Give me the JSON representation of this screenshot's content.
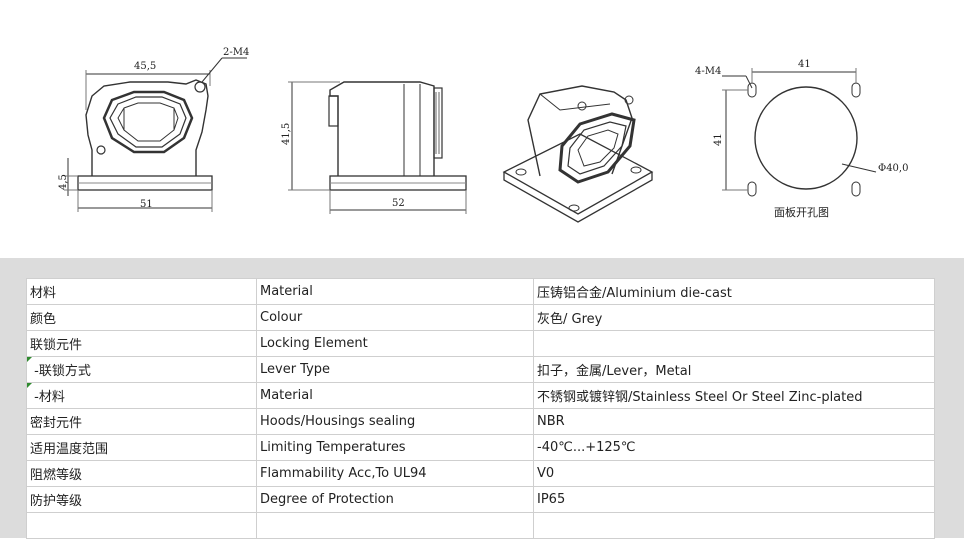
{
  "drawings": {
    "front_view": {
      "width_top": "45,5",
      "thread_note": "2-M4",
      "flange_height": "4,5",
      "base_width": "51"
    },
    "side_view": {
      "height": "41,5",
      "base_width": "52"
    },
    "cutout": {
      "hole_note": "4-M4",
      "h_spacing": "41",
      "v_spacing": "41",
      "diameter": "Φ40,0",
      "caption": "面板开孔图"
    }
  },
  "spec_rows": [
    {
      "cn": "材料",
      "en": "Material",
      "value": "压铸铝合金/Aluminium die-cast",
      "flag": false
    },
    {
      "cn": "颜色",
      "en": "Colour",
      "value": "灰色/ Grey",
      "flag": false
    },
    {
      "cn": "联锁元件",
      "en": "Locking Element",
      "value": "",
      "flag": false
    },
    {
      "cn": " -联锁方式",
      "en": "Lever Type",
      "value": "扣子，金属/Lever，Metal",
      "flag": true
    },
    {
      "cn": " -材料",
      "en": "Material",
      "value": "不锈钢或镀锌钢/Stainless Steel Or Steel Zinc-plated",
      "flag": true
    },
    {
      "cn": "密封元件",
      "en": "Hoods/Housings sealing",
      "value": "NBR",
      "flag": false
    },
    {
      "cn": "适用温度范围",
      "en": "Limiting Temperatures",
      "value": "-40℃...+125℃",
      "flag": false
    },
    {
      "cn": "阻燃等级",
      "en": "Flammability Acc,To UL94",
      "value": "V0",
      "flag": false
    },
    {
      "cn": "防护等级",
      "en": "Degree of Protection",
      "value": "IP65",
      "flag": false
    },
    {
      "cn": "",
      "en": "",
      "value": "",
      "flag": false
    }
  ]
}
